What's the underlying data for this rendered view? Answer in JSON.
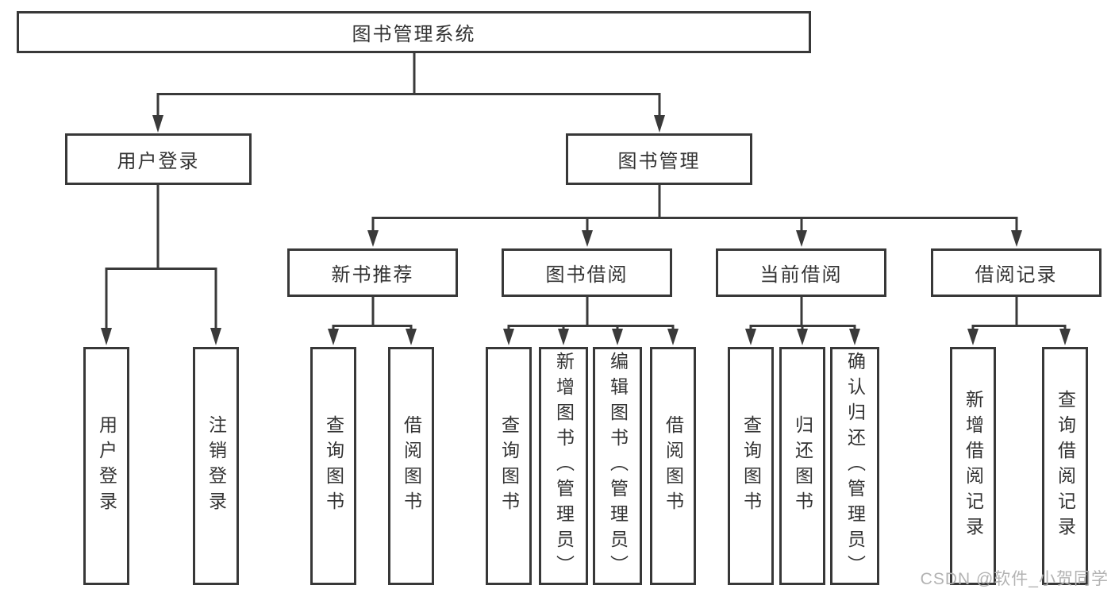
{
  "diagram": {
    "watermark": "CSDN @软件_小贺同学",
    "colors": {
      "line": "#3a3a3a",
      "text": "#333333",
      "box_background": "#ffffff",
      "watermark": "#b3b3b3",
      "page_background": "#ffffff"
    },
    "tree": {
      "root": {
        "label": "图书管理系统",
        "children": [
          {
            "label": "用户登录",
            "children": [
              {
                "label": "用户登录"
              },
              {
                "label": "注销登录"
              }
            ]
          },
          {
            "label": "图书管理",
            "children": [
              {
                "label": "新书推荐",
                "children": [
                  {
                    "label": "查询图书"
                  },
                  {
                    "label": "借阅图书"
                  }
                ]
              },
              {
                "label": "图书借阅",
                "children": [
                  {
                    "label": "查询图书"
                  },
                  {
                    "label": "新增图书（管理员）"
                  },
                  {
                    "label": "编辑图书（管理员）"
                  },
                  {
                    "label": "借阅图书"
                  }
                ]
              },
              {
                "label": "当前借阅",
                "children": [
                  {
                    "label": "查询图书"
                  },
                  {
                    "label": "归还图书"
                  },
                  {
                    "label": "确认归还（管理员）"
                  }
                ]
              },
              {
                "label": "借阅记录",
                "children": [
                  {
                    "label": "新增借阅记录"
                  },
                  {
                    "label": "查询借阅记录"
                  }
                ]
              }
            ]
          }
        ]
      }
    }
  }
}
